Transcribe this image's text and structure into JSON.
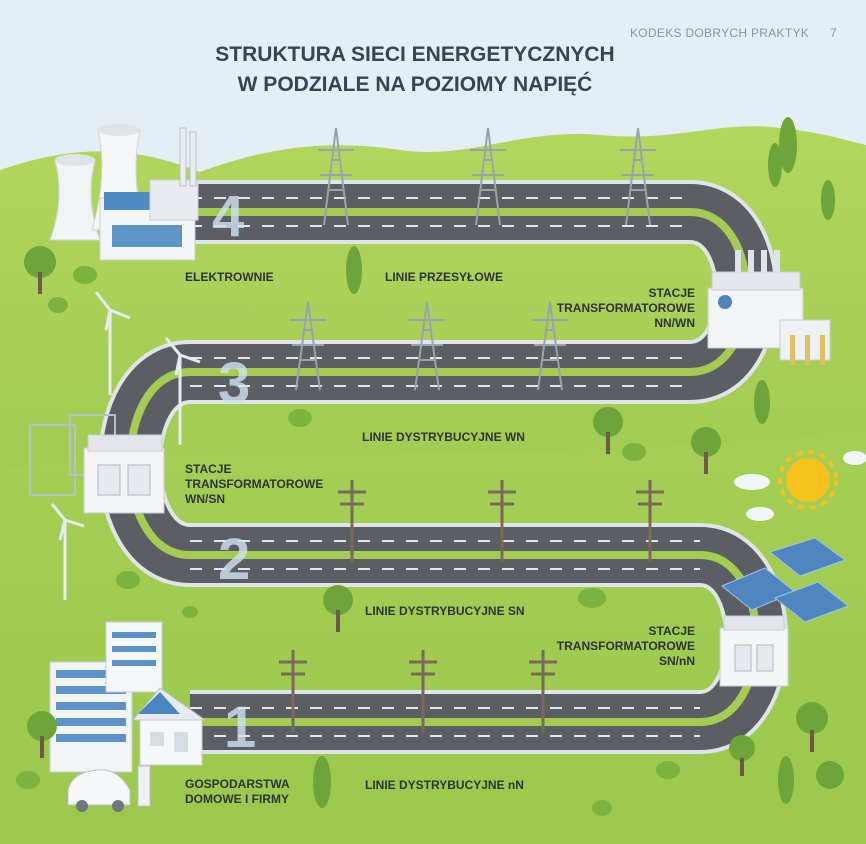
{
  "header": {
    "publication": "KODEKS DOBRYCH PRAKTYK",
    "page_number": "7"
  },
  "title": {
    "line1": "STRUKTURA SIECI ENERGETYCZNYCH",
    "line2": "W PODZIALE NA POZIOMY NAPIĘĆ"
  },
  "levels": [
    {
      "number": "4",
      "line_label": "LINIE PRZESYŁOWE"
    },
    {
      "number": "3",
      "line_label": "LINIE DYSTRYBUCYJNE WN"
    },
    {
      "number": "2",
      "line_label": "LINIE DYSTRYBUCYJNE SN"
    },
    {
      "number": "1",
      "line_label": "LINIE DYSTRYBUCYJNE nN"
    }
  ],
  "nodes": {
    "power_plants": "ELEKTROWNIE",
    "substation_nn_wn": [
      "STACJE",
      "TRANSFORMATOROWE",
      "NN/WN"
    ],
    "substation_wn_sn": [
      "STACJE",
      "TRANSFORMATOROWE",
      "WN/SN"
    ],
    "substation_sn_nn": [
      "STACJE",
      "TRANSFORMATOROWE",
      "SN/nN"
    ],
    "households": [
      "GOSPODARSTWA",
      "DOMOWE I FIRMY"
    ]
  },
  "colors": {
    "grass": "#9cc94f",
    "road": "#5b5f64",
    "road_edge": "#d6dbe0",
    "sky": "#e6eef5",
    "title": "#3b4252"
  }
}
